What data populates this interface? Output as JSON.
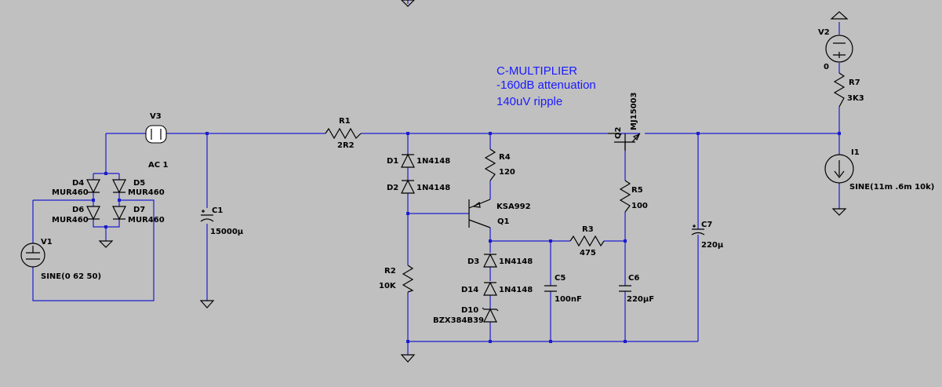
{
  "annotation": {
    "line1": "C-MULTIPLIER",
    "line2": "-160dB attenuation",
    "line3": "140uV ripple"
  },
  "components": {
    "V3": {
      "ref": "V3",
      "value": "AC 1"
    },
    "V1": {
      "ref": "V1",
      "value": "SINE(0 62 50)"
    },
    "V2": {
      "ref": "V2",
      "value": "0"
    },
    "D4": {
      "ref": "D4",
      "value": "MUR460"
    },
    "D5": {
      "ref": "D5",
      "value": "MUR460"
    },
    "D6": {
      "ref": "D6",
      "value": "MUR460"
    },
    "D7": {
      "ref": "D7",
      "value": "MUR460"
    },
    "C1": {
      "ref": "C1",
      "value": "15000µ"
    },
    "R1": {
      "ref": "R1",
      "value": "2R2"
    },
    "D1": {
      "ref": "D1",
      "value": "1N4148"
    },
    "D2": {
      "ref": "D2",
      "value": "1N4148"
    },
    "R2": {
      "ref": "R2",
      "value": "10K"
    },
    "R4": {
      "ref": "R4",
      "value": "120"
    },
    "Q1": {
      "ref": "Q1",
      "value": "KSA992"
    },
    "D3": {
      "ref": "D3",
      "value": "1N4148"
    },
    "D14": {
      "ref": "D14",
      "value": "1N4148"
    },
    "D10": {
      "ref": "D10",
      "value": "BZX384B39"
    },
    "C5": {
      "ref": "C5",
      "value": "100nF"
    },
    "R3": {
      "ref": "R3",
      "value": "475"
    },
    "Q2": {
      "ref": "Q2",
      "value": "MJ15003"
    },
    "R5": {
      "ref": "R5",
      "value": "100"
    },
    "C6": {
      "ref": "C6",
      "value": "220µF"
    },
    "C7": {
      "ref": "C7",
      "value": "220µ"
    },
    "R7": {
      "ref": "R7",
      "value": "3K3"
    },
    "I1": {
      "ref": "I1",
      "value": "SINE(11m .6m 10k)"
    }
  },
  "colors": {
    "wire": "#1c1cd0",
    "component": "#000000",
    "note": "#1a1aff",
    "background": "#c0c0c0"
  }
}
